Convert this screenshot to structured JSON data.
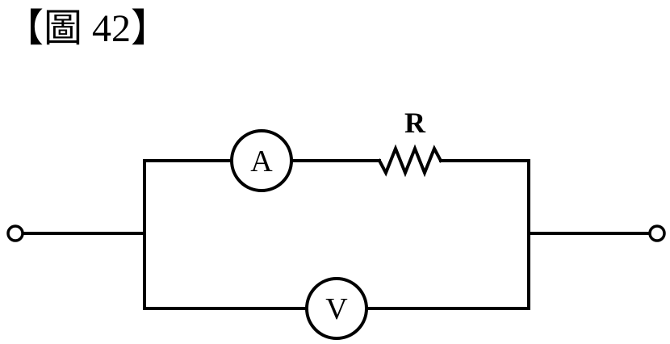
{
  "figure": {
    "label": "【圖 42】"
  },
  "circuit": {
    "resistor_label": "R",
    "ammeter_label": "A",
    "voltmeter_label": "V"
  }
}
